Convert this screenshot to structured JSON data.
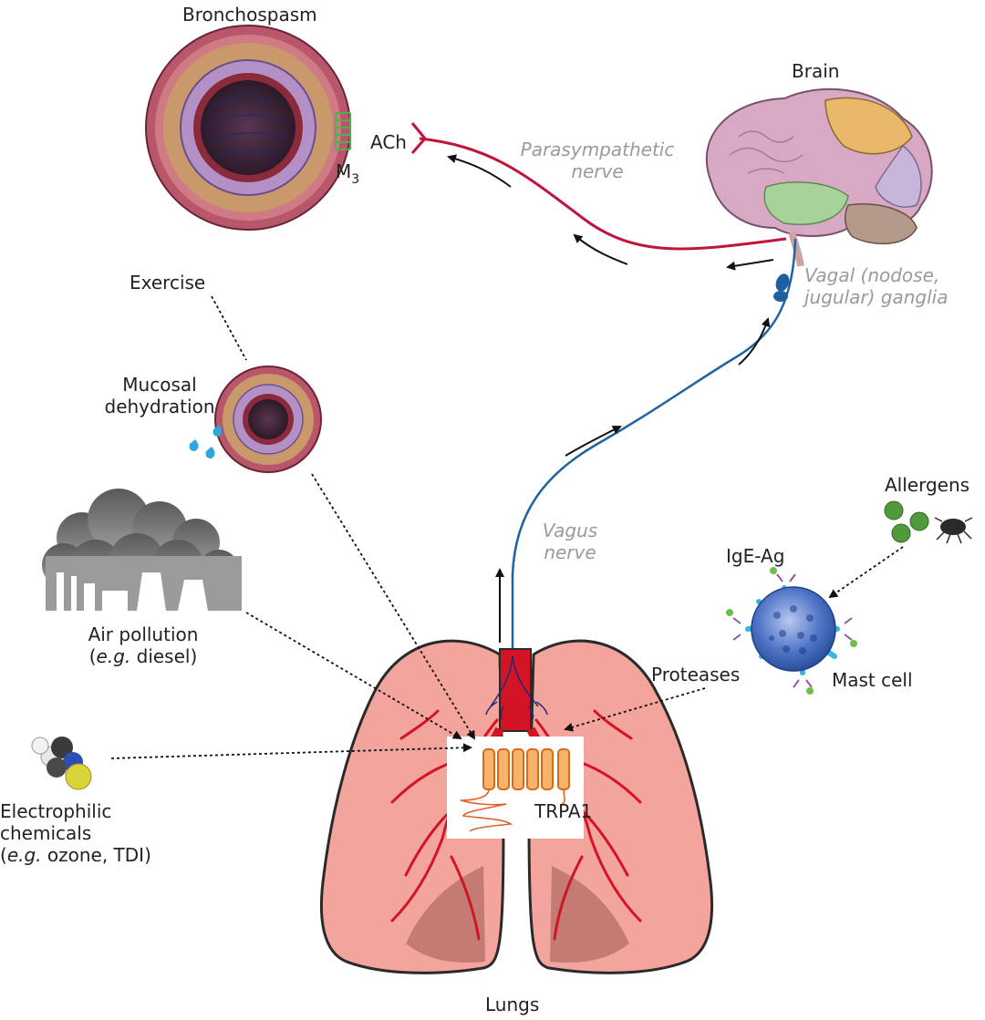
{
  "labels": {
    "bronchospasm": "Bronchospasm",
    "ach": "ACh",
    "m3_base": "M",
    "m3_sub": "3",
    "brain": "Brain",
    "parasympathetic_line1": "Parasympathetic",
    "parasympathetic_line2": "nerve",
    "vagal_line1": "Vagal (nodose,",
    "vagal_line2": "jugular) ganglia",
    "exercise": "Exercise",
    "mucosal_line1": "Mucosal",
    "mucosal_line2": "dehydration",
    "air_pollution_line1": "Air pollution",
    "air_pollution_line2_eg": "e.g.",
    "air_pollution_line2_rest": " diesel)",
    "vagus_line1": "Vagus",
    "vagus_line2": "nerve",
    "allergens": "Allergens",
    "ige_ag": "IgE-Ag",
    "proteases": "Proteases",
    "mast_cell": "Mast cell",
    "electrophilic_line1": "Electrophilic",
    "electrophilic_line2": "chemicals",
    "electrophilic_line3_eg": "e.g.",
    "electrophilic_line3_rest": " ozone, TDI)",
    "trpa1": "TRPA1",
    "lungs": "Lungs"
  },
  "colors": {
    "parasympathetic_nerve": "#c0143c",
    "vagus_nerve": "#1f63a3",
    "trachea_red": "#d31424",
    "lung_fill": "#f3a49c",
    "lung_outline": "#2a2a2a",
    "trpa1_orange": "#f08a3a",
    "mast_cell_blue": "#2e5fb8",
    "airway_wall": "#c8956a",
    "smoke_gray": "#6b6b6b",
    "allergen_green": "#4f9a3a",
    "water_drop": "#2ea8dc"
  }
}
